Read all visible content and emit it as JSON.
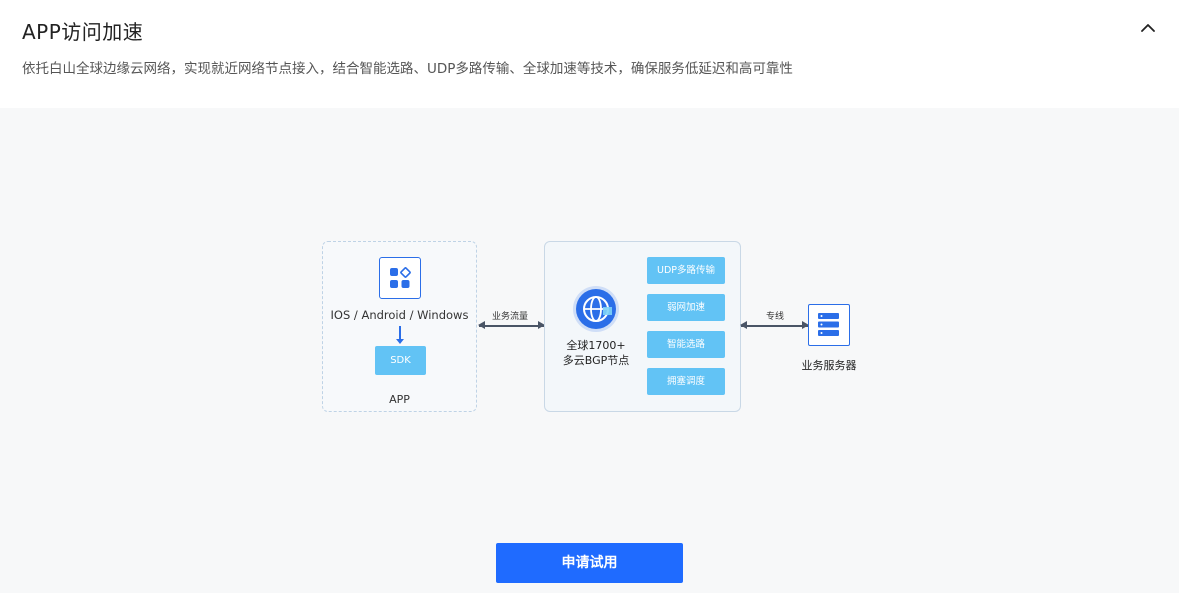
{
  "section": {
    "title": "APP访问加速",
    "description": "依托白山全球边缘云网络，实现就近网络节点接入，结合智能选路、UDP多路传输、全球加速等技术，确保服务低延迟和高可靠性",
    "collapse_icon": "chevron-up-icon"
  },
  "diagram": {
    "app": {
      "platforms": "IOS / Android / Windows",
      "sdk_label": "SDK",
      "label": "APP",
      "icon": "app-grid-icon"
    },
    "link_left_label": "业务流量",
    "node": {
      "line1": "全球1700+",
      "line2": "多云BGP节点",
      "icon": "globe-icon",
      "features": [
        "UDP多路传输",
        "弱网加速",
        "智能选路",
        "拥塞调度"
      ]
    },
    "link_right_label": "专线",
    "server": {
      "label": "业务服务器",
      "icon": "server-icon"
    }
  },
  "cta": {
    "label": "申请试用"
  },
  "colors": {
    "accent": "#1f6bff",
    "icon_blue": "#2b6ee8",
    "feature_fill": "#62c3f5",
    "stage_bg": "#f7f8f9"
  }
}
